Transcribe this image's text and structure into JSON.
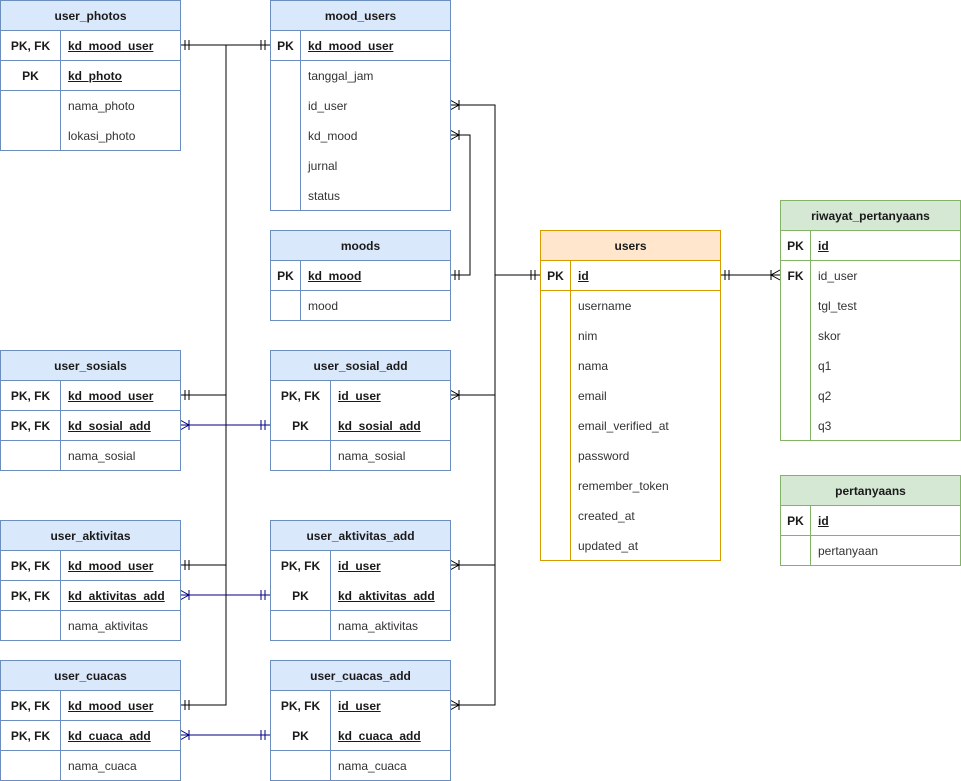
{
  "tables": [
    {
      "key": "user_photos",
      "name": "user_photos",
      "theme": "blue",
      "rows": [
        {
          "key": "PK, FK",
          "field": "kd_mood_user",
          "pk": true,
          "sep": true
        },
        {
          "key": "PK",
          "field": "kd_photo",
          "pk": true,
          "sep": true
        },
        {
          "key": "",
          "field": "nama_photo",
          "pk": false,
          "sep": false
        },
        {
          "key": "",
          "field": "lokasi_photo",
          "pk": false,
          "sep": false
        }
      ]
    },
    {
      "key": "mood_users",
      "name": "mood_users",
      "theme": "blue",
      "rows": [
        {
          "key": "PK",
          "field": "kd_mood_user",
          "pk": true,
          "sep": true
        },
        {
          "key": "",
          "field": "tanggal_jam",
          "pk": false,
          "sep": false
        },
        {
          "key": "",
          "field": "id_user",
          "pk": false,
          "sep": false
        },
        {
          "key": "",
          "field": "kd_mood",
          "pk": false,
          "sep": false
        },
        {
          "key": "",
          "field": "jurnal",
          "pk": false,
          "sep": false
        },
        {
          "key": "",
          "field": "status",
          "pk": false,
          "sep": false
        }
      ]
    },
    {
      "key": "moods",
      "name": "moods",
      "theme": "blue",
      "rows": [
        {
          "key": "PK",
          "field": "kd_mood",
          "pk": true,
          "sep": true
        },
        {
          "key": "",
          "field": "mood",
          "pk": false,
          "sep": false
        }
      ]
    },
    {
      "key": "users",
      "name": "users",
      "theme": "orange",
      "rows": [
        {
          "key": "PK",
          "field": "id",
          "pk": true,
          "sep": true
        },
        {
          "key": "",
          "field": "username",
          "pk": false,
          "sep": false
        },
        {
          "key": "",
          "field": "nim",
          "pk": false,
          "sep": false
        },
        {
          "key": "",
          "field": "nama",
          "pk": false,
          "sep": false
        },
        {
          "key": "",
          "field": "email",
          "pk": false,
          "sep": false
        },
        {
          "key": "",
          "field": "email_verified_at",
          "pk": false,
          "sep": false
        },
        {
          "key": "",
          "field": "password",
          "pk": false,
          "sep": false
        },
        {
          "key": "",
          "field": "remember_token",
          "pk": false,
          "sep": false
        },
        {
          "key": "",
          "field": "created_at",
          "pk": false,
          "sep": false
        },
        {
          "key": "",
          "field": "updated_at",
          "pk": false,
          "sep": false
        }
      ]
    },
    {
      "key": "riwayat_pertanyaans",
      "name": "riwayat_pertanyaans",
      "theme": "green",
      "rows": [
        {
          "key": "PK",
          "field": "id",
          "pk": true,
          "sep": true
        },
        {
          "key": "FK",
          "field": "id_user",
          "pk": false,
          "sep": false
        },
        {
          "key": "",
          "field": "tgl_test",
          "pk": false,
          "sep": false
        },
        {
          "key": "",
          "field": "skor",
          "pk": false,
          "sep": false
        },
        {
          "key": "",
          "field": "q1",
          "pk": false,
          "sep": false
        },
        {
          "key": "",
          "field": "q2",
          "pk": false,
          "sep": false
        },
        {
          "key": "",
          "field": "q3",
          "pk": false,
          "sep": false
        }
      ]
    },
    {
      "key": "pertanyaans",
      "name": "pertanyaans",
      "theme": "green",
      "rows": [
        {
          "key": "PK",
          "field": "id",
          "pk": true,
          "sep": true
        },
        {
          "key": "",
          "field": "pertanyaan",
          "pk": false,
          "sep": false
        }
      ]
    },
    {
      "key": "user_sosials",
      "name": "user_sosials",
      "theme": "blue",
      "rows": [
        {
          "key": "PK, FK",
          "field": "kd_mood_user",
          "pk": true,
          "sep": true
        },
        {
          "key": "PK, FK",
          "field": "kd_sosial_add",
          "pk": true,
          "sep": true
        },
        {
          "key": "",
          "field": "nama_sosial",
          "pk": false,
          "sep": false
        }
      ]
    },
    {
      "key": "user_sosial_add",
      "name": "user_sosial_add",
      "theme": "blue",
      "rows": [
        {
          "key": "PK, FK",
          "field": "id_user",
          "pk": true,
          "sep": false
        },
        {
          "key": "PK",
          "field": "kd_sosial_add",
          "pk": true,
          "sep": true
        },
        {
          "key": "",
          "field": "nama_sosial",
          "pk": false,
          "sep": false
        }
      ]
    },
    {
      "key": "user_aktivitas",
      "name": "user_aktivitas",
      "theme": "blue",
      "rows": [
        {
          "key": "PK, FK",
          "field": "kd_mood_user",
          "pk": true,
          "sep": true
        },
        {
          "key": "PK, FK",
          "field": "kd_aktivitas_add",
          "pk": true,
          "sep": true
        },
        {
          "key": "",
          "field": "nama_aktivitas",
          "pk": false,
          "sep": false
        }
      ]
    },
    {
      "key": "user_aktivitas_add",
      "name": "user_aktivitas_add",
      "theme": "blue",
      "rows": [
        {
          "key": "PK, FK",
          "field": "id_user",
          "pk": true,
          "sep": false
        },
        {
          "key": "PK",
          "field": "kd_aktivitas_add",
          "pk": true,
          "sep": true
        },
        {
          "key": "",
          "field": "nama_aktivitas",
          "pk": false,
          "sep": false
        }
      ]
    },
    {
      "key": "user_cuacas",
      "name": "user_cuacas",
      "theme": "blue",
      "rows": [
        {
          "key": "PK, FK",
          "field": "kd_mood_user",
          "pk": true,
          "sep": true
        },
        {
          "key": "PK, FK",
          "field": "kd_cuaca_add",
          "pk": true,
          "sep": true
        },
        {
          "key": "",
          "field": "nama_cuaca",
          "pk": false,
          "sep": false
        }
      ]
    },
    {
      "key": "user_cuacas_add",
      "name": "user_cuacas_add",
      "theme": "blue",
      "rows": [
        {
          "key": "PK, FK",
          "field": "id_user",
          "pk": true,
          "sep": false
        },
        {
          "key": "PK",
          "field": "kd_cuaca_add",
          "pk": true,
          "sep": true
        },
        {
          "key": "",
          "field": "nama_cuaca",
          "pk": false,
          "sep": false
        }
      ]
    }
  ],
  "relationships": [
    {
      "from": "mood_users.kd_mood_user",
      "to": "user_photos.kd_mood_user",
      "cardinality": "one-to-one"
    },
    {
      "from": "mood_users.kd_mood_user",
      "to": "user_sosials.kd_mood_user",
      "cardinality": "one-to-one"
    },
    {
      "from": "mood_users.kd_mood_user",
      "to": "user_aktivitas.kd_mood_user",
      "cardinality": "one-to-one"
    },
    {
      "from": "mood_users.kd_mood_user",
      "to": "user_cuacas.kd_mood_user",
      "cardinality": "one-to-one"
    },
    {
      "from": "users.id",
      "to": "mood_users.id_user",
      "cardinality": "one-to-many"
    },
    {
      "from": "moods.kd_mood",
      "to": "mood_users.kd_mood",
      "cardinality": "one-to-many"
    },
    {
      "from": "users.id",
      "to": "user_sosial_add.id_user",
      "cardinality": "one-to-many"
    },
    {
      "from": "users.id",
      "to": "user_aktivitas_add.id_user",
      "cardinality": "one-to-many"
    },
    {
      "from": "users.id",
      "to": "user_cuacas_add.id_user",
      "cardinality": "one-to-many"
    },
    {
      "from": "users.id",
      "to": "riwayat_pertanyaans.id_user",
      "cardinality": "one-to-many"
    },
    {
      "from": "user_sosial_add.kd_sosial_add",
      "to": "user_sosials.kd_sosial_add",
      "cardinality": "one-to-many"
    },
    {
      "from": "user_aktivitas_add.kd_aktivitas_add",
      "to": "user_aktivitas.kd_aktivitas_add",
      "cardinality": "one-to-many"
    },
    {
      "from": "user_cuacas_add.kd_cuaca_add",
      "to": "user_cuacas.kd_cuaca_add",
      "cardinality": "one-to-many"
    }
  ],
  "colors": {
    "blue_fill": "#dae8fc",
    "blue_stroke": "#6c8ebf",
    "orange_fill": "#ffe6cc",
    "orange_stroke": "#d79b00",
    "green_fill": "#d5e8d4",
    "green_stroke": "#82b366",
    "line": "#000000",
    "line_blue": "#000080"
  }
}
